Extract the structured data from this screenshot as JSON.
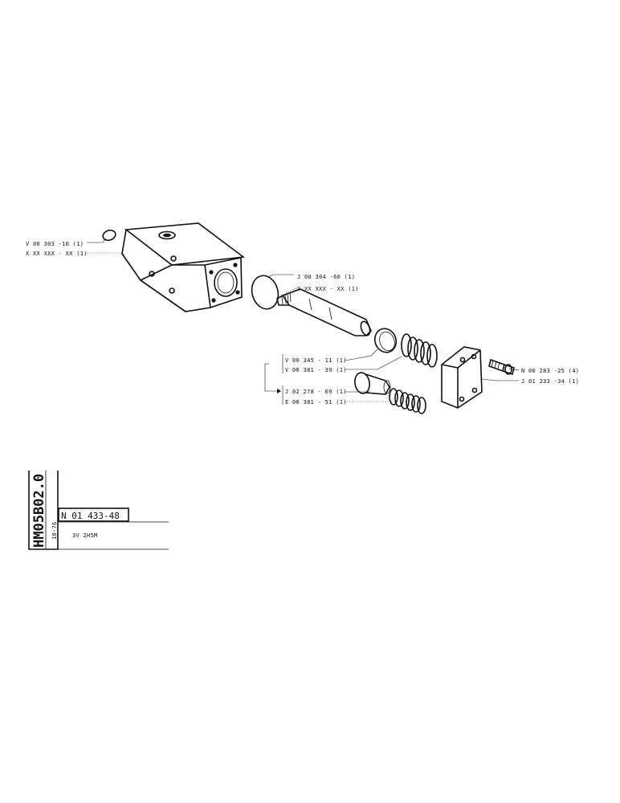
{
  "parts": {
    "p1": "V 00 303 -10 (1)",
    "p2": "X  XX  XXX - XX (1)",
    "p3": "J  00  304 -60 (1)",
    "p4": "X  XX  XXX - XX (1)",
    "p5": "V  00  345 - 11  (1)",
    "p6": "V  00  381 - 39  (1)",
    "p7": "J  02  278 - 69  (1)",
    "p8": "E  00  381 - 51  (1)",
    "p9": "N  00  283 -25 (4)",
    "p10": "J  01  233 -34  (1)"
  },
  "title_block": {
    "drawing_code": "HM05B02.0",
    "date": "10-76",
    "part_number": "N 01 433-48",
    "designation": "3V 2H5M"
  }
}
